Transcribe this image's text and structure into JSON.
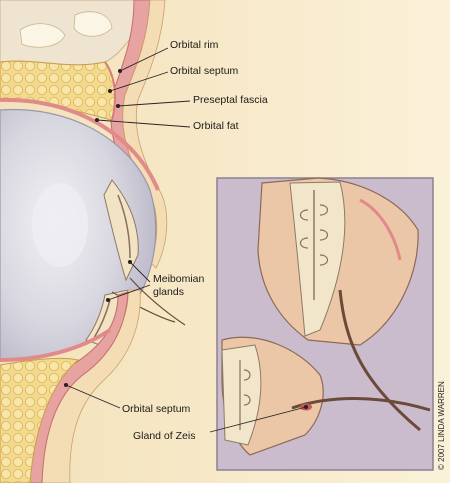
{
  "labels": {
    "orbital_rim": "Orbital rim",
    "orbital_septum_upper": "Orbital septum",
    "preseptal_fascia": "Preseptal fascia",
    "orbital_fat": "Orbital fat",
    "meibomian_glands": "Meibomian\nglands",
    "orbital_septum_lower": "Orbital septum",
    "gland_of_zeis": "Gland of Zeis"
  },
  "credit": "© 2007 LINDA WARREN",
  "colors": {
    "background": "#f6e8c7",
    "inset_background": "#cdbfd0",
    "fat": "#f2d586",
    "muscle": "#e9a0a0",
    "eye": "#dcdce4",
    "lid_tissue": "#e9c9a8"
  }
}
